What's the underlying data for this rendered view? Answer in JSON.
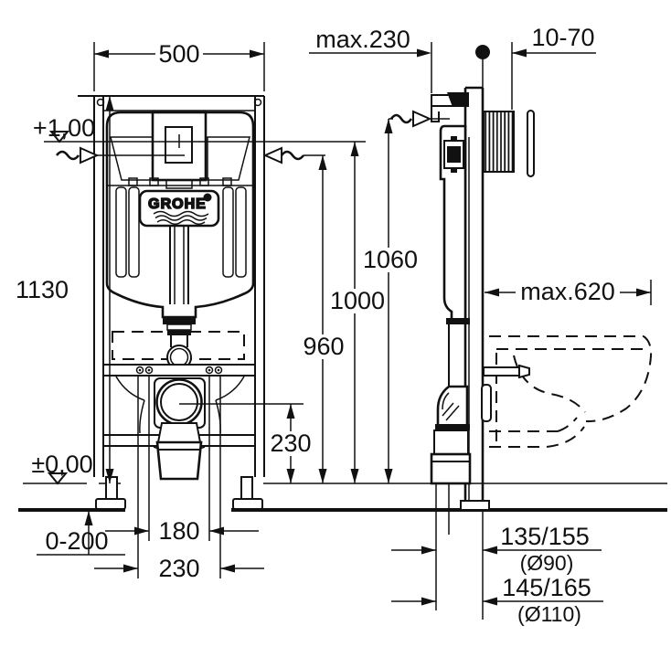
{
  "front_view": {
    "brand": "GROHE",
    "frame_width": "500",
    "frame_height": "1130",
    "water_level_datum": "+1,00",
    "floor_datum": "±0,00",
    "floor_build_up": "0-200",
    "fixing_spacing_inner": "180",
    "fixing_spacing_outer": "230"
  },
  "side_view": {
    "top_clearance": "max.230",
    "plate_range": "10-70",
    "supply_height": "1060",
    "water_level_height": "1000",
    "inlet_height": "960",
    "outlet_height": "230",
    "depth_max": "max.620",
    "outlet_offset_small": "135/155",
    "outlet_dia_small": "(Ø90)",
    "outlet_offset_large": "145/165",
    "outlet_dia_large": "(Ø110)"
  }
}
